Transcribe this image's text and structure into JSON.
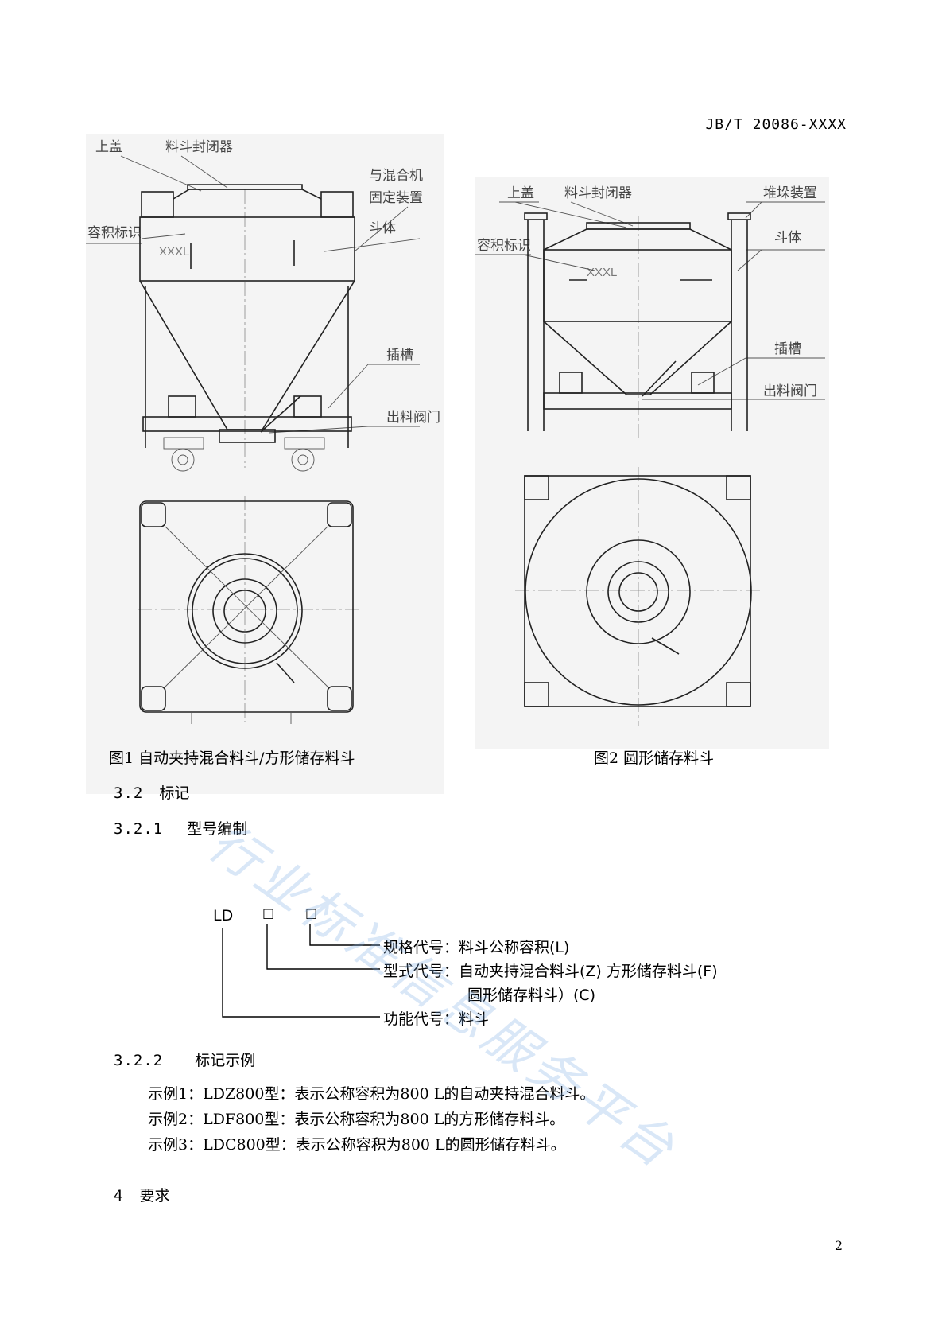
{
  "header": {
    "doc_code": "JB/T 20086-XXXX"
  },
  "figure1": {
    "labels": {
      "top_lid": "上盖",
      "hopper_closure": "料斗封闭器",
      "mixer_fixing_1": "与混合机",
      "mixer_fixing_2": "固定装置",
      "hopper_body": "斗体",
      "capacity_mark": "容积标识",
      "capacity_text": "XXXL",
      "fork_slot": "插槽",
      "discharge_valve": "出料阀门"
    },
    "caption": "图1  自动夹持混合料斗/方形储存料斗"
  },
  "figure2": {
    "labels": {
      "top_lid": "上盖",
      "hopper_closure": "料斗封闭器",
      "stacking_device": "堆垛装置",
      "hopper_body": "斗体",
      "capacity_mark": "容积标识",
      "capacity_text": "XXXL",
      "fork_slot": "插槽",
      "discharge_valve": "出料阀门"
    },
    "caption": "图2      圆形储存料斗"
  },
  "section_3_2": {
    "num": "3.2",
    "title": "标记"
  },
  "section_3_2_1": {
    "num": "3.2.1",
    "title": "型号编制"
  },
  "model_code": {
    "prefix": "LD",
    "box1": "□",
    "box2": "□",
    "spec_code": "规格代号：料斗公称容积(L)",
    "type_code_1": "型式代号：自动夹持混合料斗(Z)  方形储存料斗(F)",
    "type_code_2": "圆形储存料斗）(C)",
    "func_code": "功能代号：料斗"
  },
  "section_3_2_2": {
    "num": "3.2.2",
    "title": "标记示例"
  },
  "examples": [
    "示例1：LDZ800型：表示公称容积为800 L的自动夹持混合料斗。",
    "示例2：LDF800型：表示公称容积为800 L的方形储存料斗。",
    "示例3：LDC800型：表示公称容积为800 L的圆形储存料斗。"
  ],
  "section_4": {
    "num": "4",
    "title": "要求"
  },
  "page_number": "2",
  "watermark": "行业标准信息服务平台"
}
